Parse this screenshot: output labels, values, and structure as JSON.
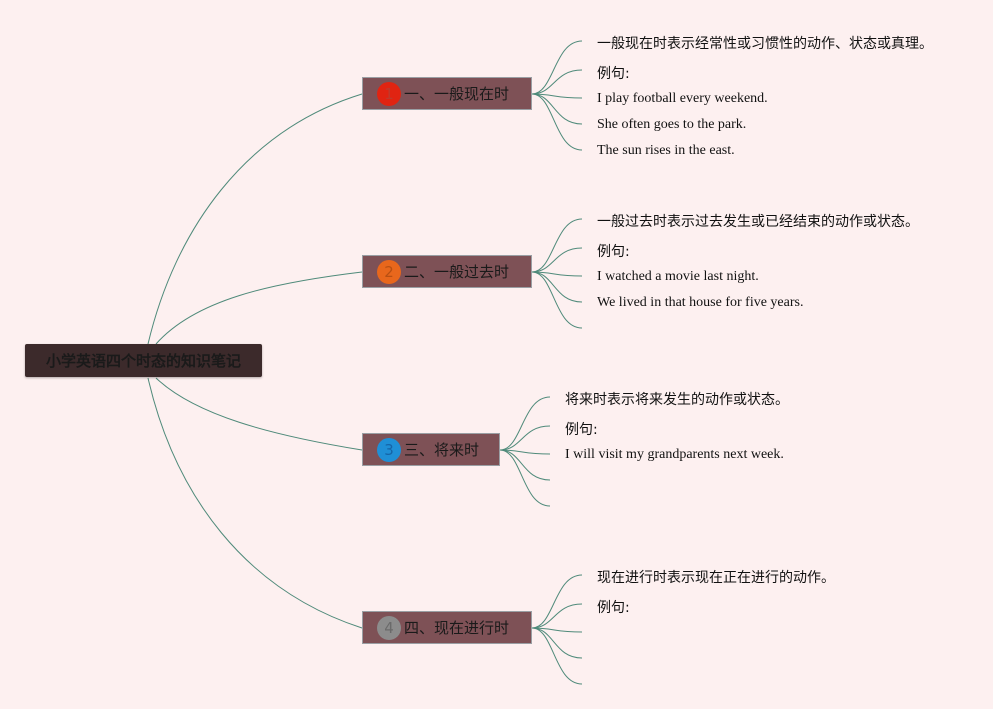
{
  "root": {
    "title": "小学英语四个时态的知识笔记"
  },
  "branches": [
    {
      "number": "1",
      "label": "一、一般现在时",
      "badge_color": "#e02412",
      "badge_text_color": "#c0392b",
      "definition": "一般现在时表示经常性或习惯性的动作、状态或真理。",
      "example_label": "例句:",
      "examples": [
        "I play football every weekend.",
        "She often goes to the park.",
        "The sun rises in the east."
      ]
    },
    {
      "number": "2",
      "label": "二、一般过去时",
      "badge_color": "#e8671c",
      "badge_text_color": "#b84f12",
      "definition": "一般过去时表示过去发生或已经结束的动作或状态。",
      "example_label": "例句:",
      "examples": [
        "I watched a movie last night.",
        "We lived in that house for five years."
      ]
    },
    {
      "number": "3",
      "label": "三、将来时",
      "badge_color": "#1f8fd6",
      "badge_text_color": "#1565a8",
      "definition": "将来时表示将来发生的动作或状态。",
      "example_label": "例句:",
      "examples": [
        "I will visit my grandparents next week."
      ]
    },
    {
      "number": "4",
      "label": "四、现在进行时",
      "badge_color": "#8c8c8c",
      "badge_text_color": "#6a6a6a",
      "definition": "现在进行时表示现在正在进行的动作。",
      "example_label": "例句:",
      "examples": []
    }
  ],
  "colors": {
    "connector": "#4f8a7a",
    "background": "#fdf0f0"
  }
}
